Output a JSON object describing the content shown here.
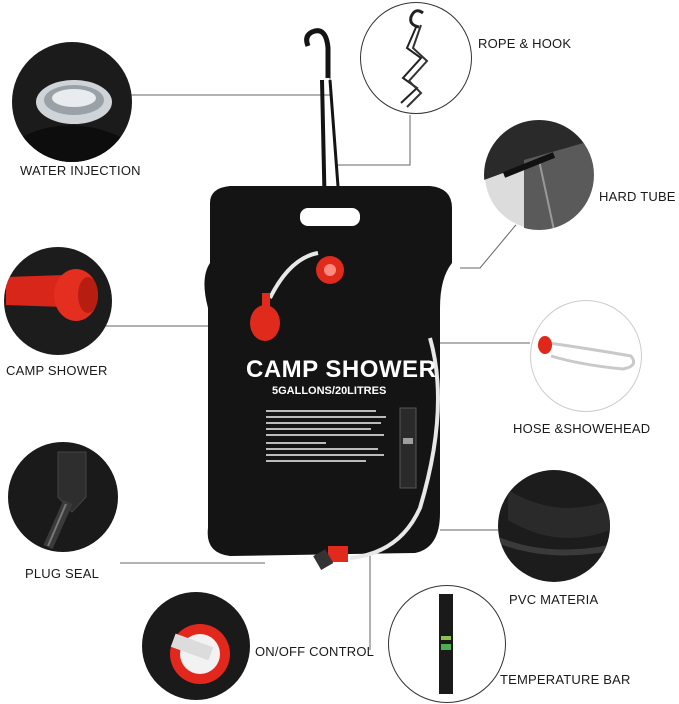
{
  "labels": {
    "water_injection": "WATER INJECTION",
    "rope_hook": "ROPE & HOOK",
    "hard_tube": "HARD TUBE",
    "camp_shower": "CAMP SHOWER",
    "hose_showerhead": "HOSE &SHOWEHEAD",
    "plug_seal": "PLUG SEAL",
    "pvc_materia": "PVC MATERIA",
    "on_off_control": "ON/OFF CONTROL",
    "temperature_bar": "TEMPERATURE BAR"
  },
  "bag": {
    "title": "CAMP SHOWER",
    "capacity": "5GALLONS/20LITRES"
  },
  "colors": {
    "bag": "#141414",
    "accent_red": "#e02a1c",
    "line": "#555555"
  }
}
